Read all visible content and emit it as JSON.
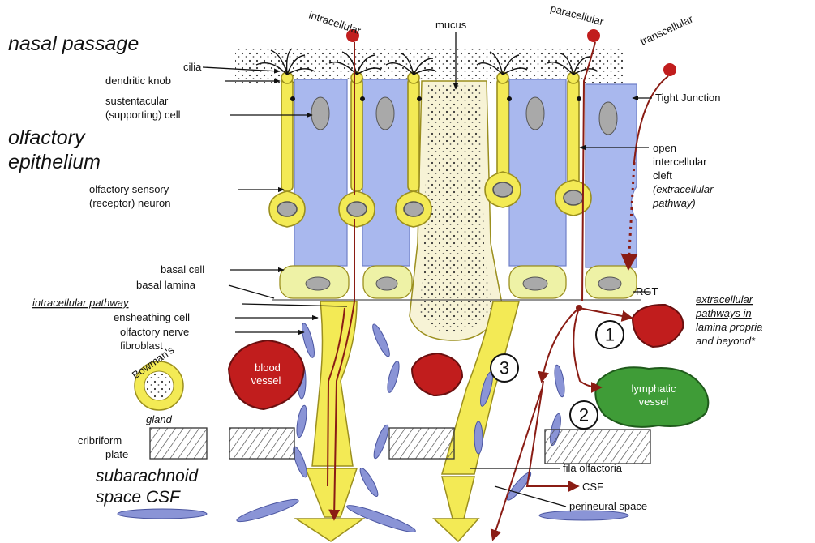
{
  "colors": {
    "neuron_fill": "#f3ea55",
    "neuron_stroke": "#9b8f1e",
    "support_cell": "#a9b8ee",
    "nucleus": "#a9a9a9",
    "blood": "#c11d1d",
    "lymph": "#3f9c37",
    "fibroblast": "#8a94d6",
    "pathway": "#8a1c14"
  },
  "regions": {
    "nasal_passage": "nasal passage",
    "olfactory_line1": "olfactory",
    "olfactory_line2": "epithelium",
    "subarachnoid_line1": "subarachnoid",
    "subarachnoid_line2": "space CSF"
  },
  "pathways": {
    "intracellular": "intracellular",
    "paracellular": "paracellular",
    "transcellular": "transcellular"
  },
  "left_labels": {
    "cilia": "cilia",
    "dendritic_knob": "dendritic knob",
    "sustentacular_1": "sustentacular",
    "sustentacular_2": "(supporting) cell",
    "osn_1": "olfactory sensory",
    "osn_2": "(receptor) neuron",
    "basal_cell": "basal cell",
    "basal_lamina": "basal lamina",
    "intracellular_pathway": "intracellular pathway",
    "ensheathing": "ensheathing cell",
    "fibroblast_1": "olfactory nerve",
    "fibroblast_2": "fibroblast",
    "bowmans": "Bowman's",
    "gland": "gland",
    "cribriform_1": "cribriform",
    "cribriform_2": "plate"
  },
  "top_labels": {
    "mucus": "mucus"
  },
  "right_labels": {
    "tight_junction": "Tight Junction",
    "cleft_1": "open",
    "cleft_2": "intercellular",
    "cleft_3": "cleft",
    "cleft_4": "(extracellular",
    "cleft_5": "pathway)",
    "rgt": "RGT",
    "extra_1": "extracellular",
    "extra_2": "pathways in",
    "extra_3": "lamina propria",
    "extra_4": "and beyond*",
    "fila": "fila olfactoria",
    "csf": "CSF",
    "perineural": "perineural space"
  },
  "structures": {
    "blood_1": "blood",
    "blood_2": "vessel",
    "lymph_1": "lymphatic",
    "lymph_2": "vessel"
  },
  "markers": {
    "one": "1",
    "two": "2",
    "three": "3"
  }
}
